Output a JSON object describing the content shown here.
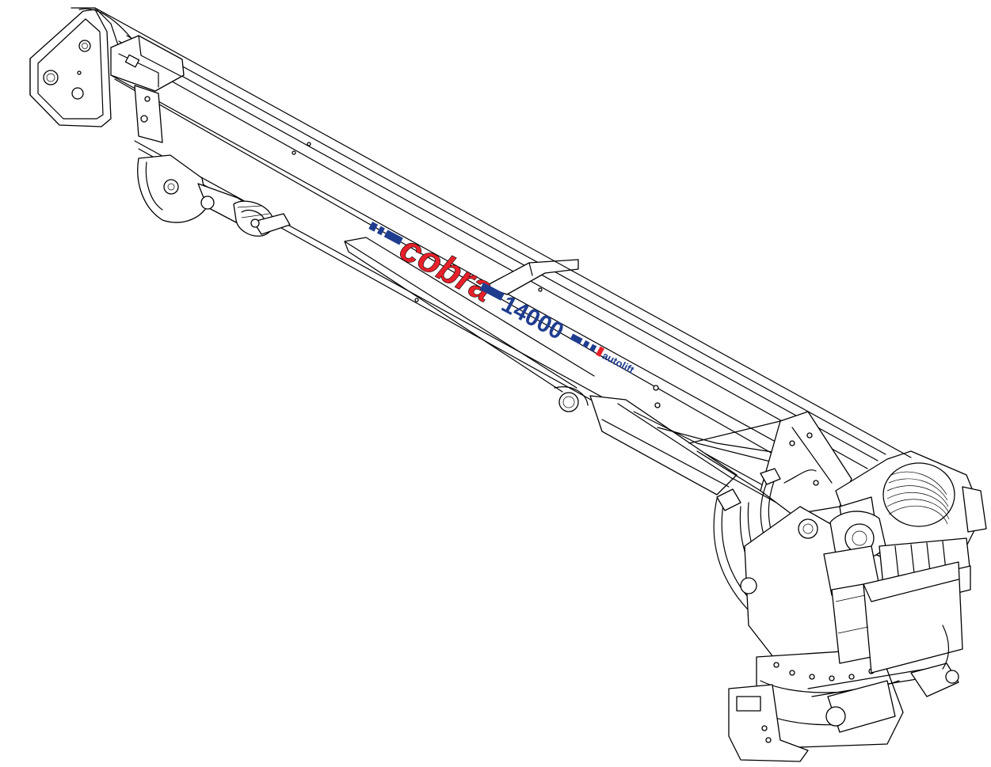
{
  "drawing": {
    "brand_name": "cobra",
    "model_number": "14000",
    "maker_name": "autolift",
    "colors": {
      "brand_red": "#e8202a",
      "brand_blue": "#1f3d8f",
      "line": "#000000",
      "background": "#ffffff"
    }
  }
}
